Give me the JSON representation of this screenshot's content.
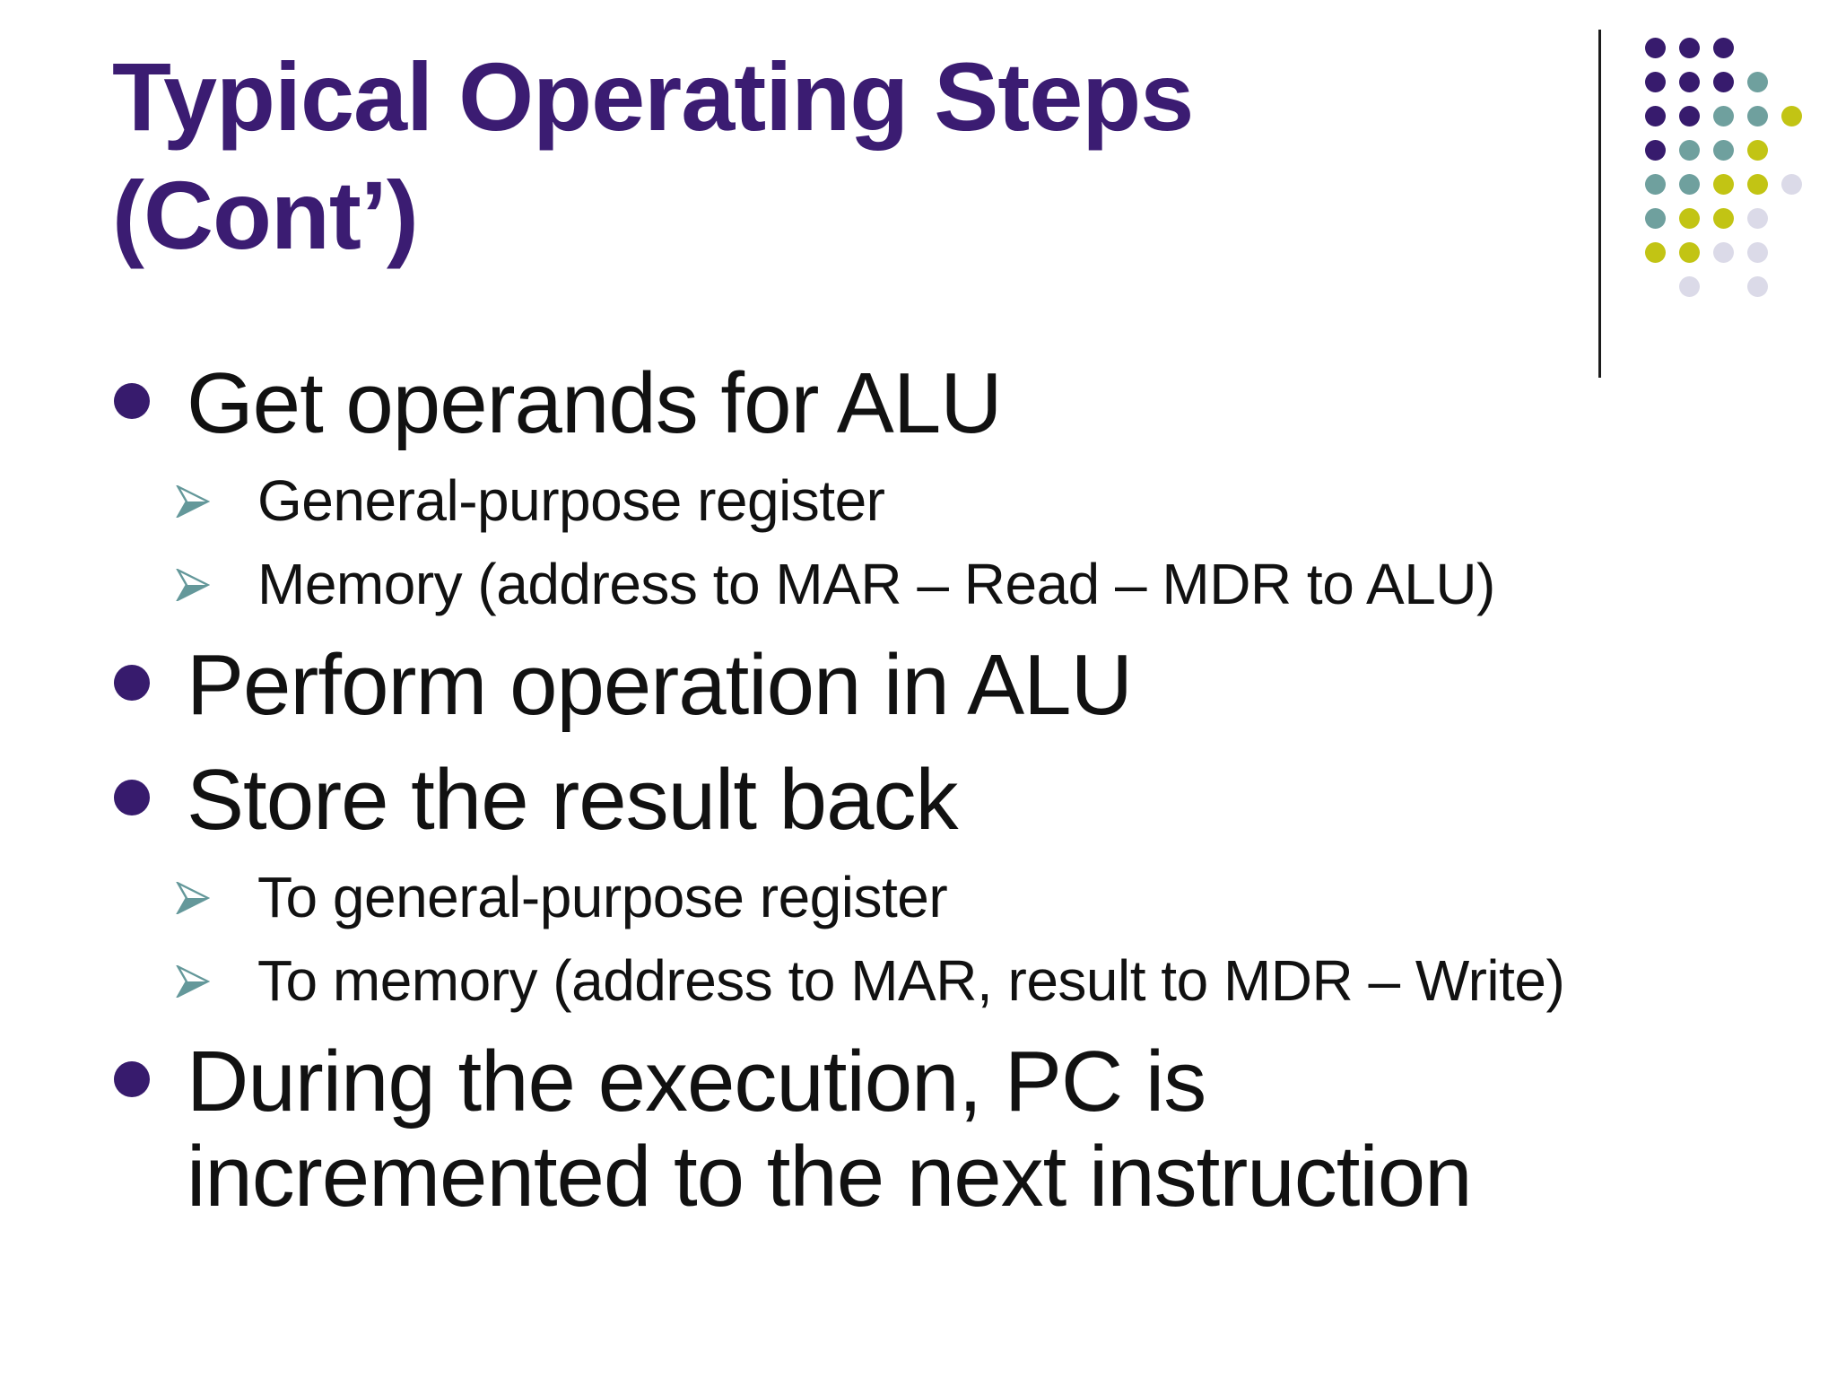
{
  "slide": {
    "title": {
      "line1": "Typical Operating Steps",
      "line2": "(Cont’)"
    },
    "bullets": [
      {
        "level": 1,
        "text": "Get operands for ALU"
      },
      {
        "level": 2,
        "text": "General-purpose register"
      },
      {
        "level": 2,
        "text": "Memory (address to MAR – Read – MDR to ALU)"
      },
      {
        "level": 1,
        "text": "Perform operation in ALU"
      },
      {
        "level": 1,
        "text": "Store the result back"
      },
      {
        "level": 2,
        "text": "To general-purpose register"
      },
      {
        "level": 2,
        "text": "To memory (address to MAR, result to MDR – Write)"
      },
      {
        "level": 1,
        "text": "During the execution, PC is incremented to the next instruction"
      }
    ]
  },
  "colors": {
    "title": "#3b1c72",
    "body_text": "#111111",
    "bullet_dot": "#371b6d",
    "arrow_bullet": "#64989a",
    "divider_line": "#1c1c1c",
    "dot_purple": "#371b6d",
    "dot_teal": "#6fa09e",
    "dot_yellow": "#c2c414",
    "dot_lavender": "#dbdae8"
  },
  "decoration": {
    "dot_pattern": [
      "PPP..",
      "PPPT.",
      "PPTTY",
      "PTTY.",
      "TTYYL",
      "TYYL.",
      "YYLL.",
      ".L.L."
    ],
    "legend": {
      "P": "dot_purple",
      "T": "dot_teal",
      "Y": "dot_yellow",
      "L": "dot_lavender"
    }
  },
  "icons": {
    "sub_bullet": "three-d-right-arrowhead"
  }
}
